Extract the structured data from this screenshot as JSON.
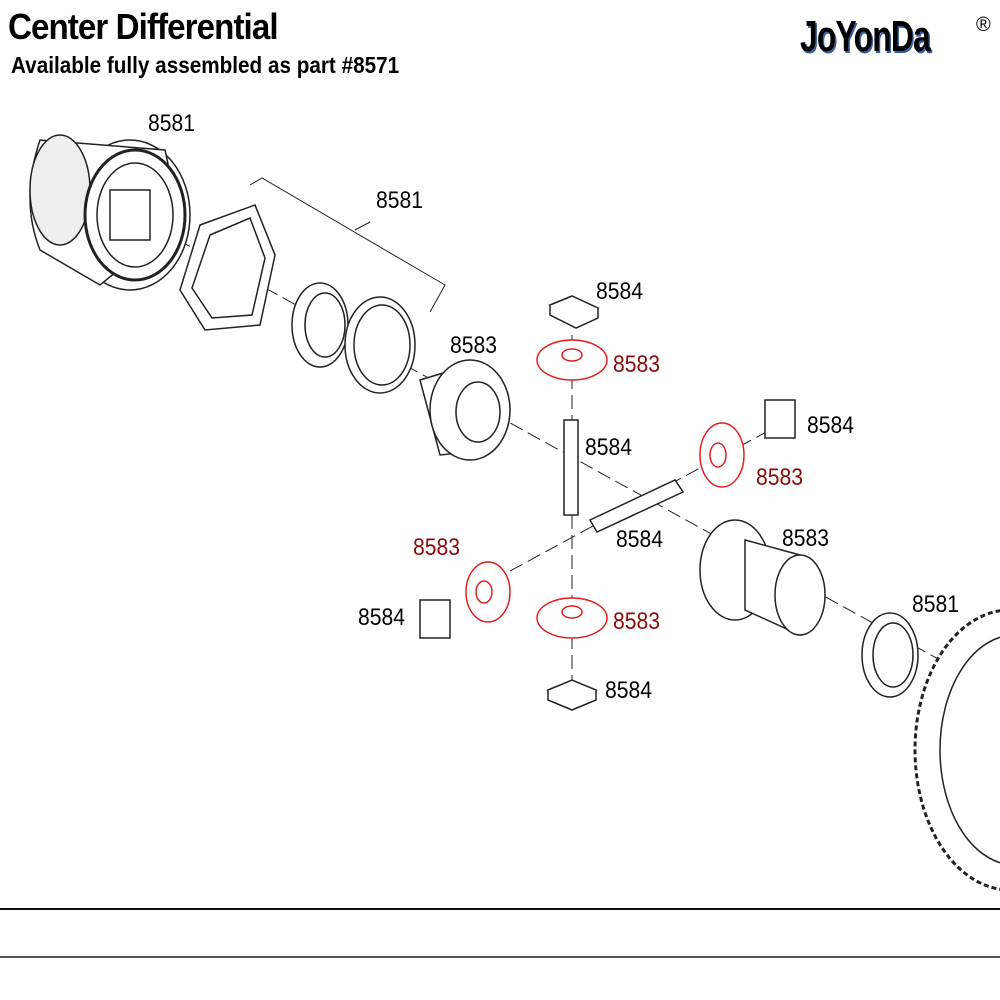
{
  "header": {
    "title": "Center Differential",
    "subtitle": "Available fully assembled as part #8571"
  },
  "logo": {
    "text": "JoYonDa",
    "registered": "®"
  },
  "colors": {
    "highlight": "#e02020",
    "highlight_label": "#8b0a0a",
    "line": "#222222"
  },
  "callouts": [
    {
      "part": "8581",
      "highlighted": false
    },
    {
      "part": "8581",
      "highlighted": false
    },
    {
      "part": "8584",
      "highlighted": false
    },
    {
      "part": "8583",
      "highlighted": false
    },
    {
      "part": "8583",
      "highlighted": true
    },
    {
      "part": "8584",
      "highlighted": false
    },
    {
      "part": "8584",
      "highlighted": false
    },
    {
      "part": "8583",
      "highlighted": true
    },
    {
      "part": "8584",
      "highlighted": false
    },
    {
      "part": "8583",
      "highlighted": false
    },
    {
      "part": "8583",
      "highlighted": true
    },
    {
      "part": "8584",
      "highlighted": false
    },
    {
      "part": "8583",
      "highlighted": true
    },
    {
      "part": "8581",
      "highlighted": false
    },
    {
      "part": "8584",
      "highlighted": false
    }
  ]
}
